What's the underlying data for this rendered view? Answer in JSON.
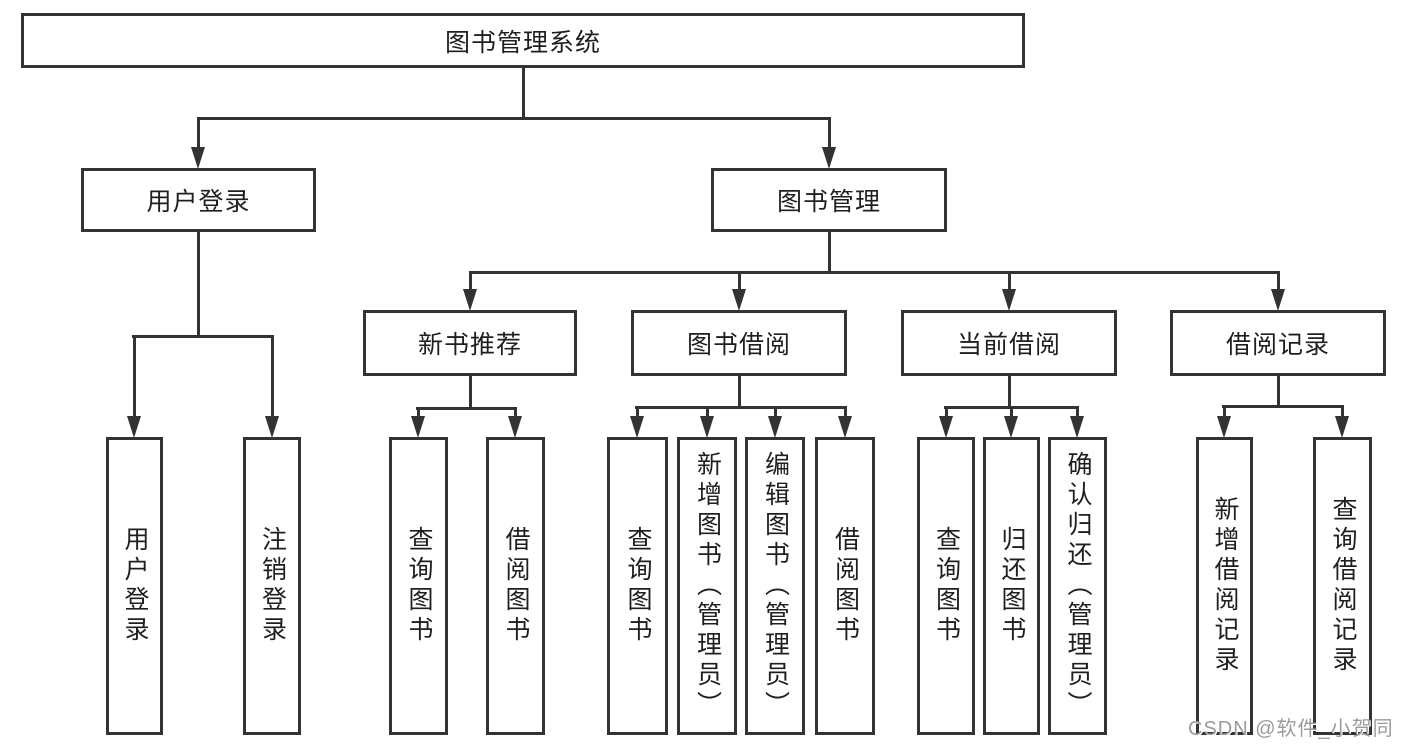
{
  "diagram": {
    "root": {
      "label": "图书管理系统"
    },
    "level2": [
      {
        "label": "用户登录"
      },
      {
        "label": "图书管理"
      }
    ],
    "level3": [
      {
        "label": "新书推荐"
      },
      {
        "label": "图书借阅"
      },
      {
        "label": "当前借阅"
      },
      {
        "label": "借阅记录"
      }
    ],
    "leaves": {
      "user_login": [
        "用户登录",
        "注销登录"
      ],
      "new_book_recommend": [
        "查询图书",
        "借阅图书"
      ],
      "book_borrow": [
        "查询图书",
        "新增图书（管理员）",
        "编辑图书（管理员）",
        "借阅图书"
      ],
      "current_borrow": [
        "查询图书",
        "归还图书",
        "确认归还（管理员）"
      ],
      "borrow_record": [
        "新增借阅记录",
        "查询借阅记录"
      ]
    }
  },
  "watermark": {
    "text": "CSDN @软件_小贺同学"
  },
  "colors": {
    "line": "#333333",
    "box_border": "#333333",
    "background": "#ffffff",
    "text": "#1f1f1f",
    "watermark": "#9b9b9b"
  }
}
